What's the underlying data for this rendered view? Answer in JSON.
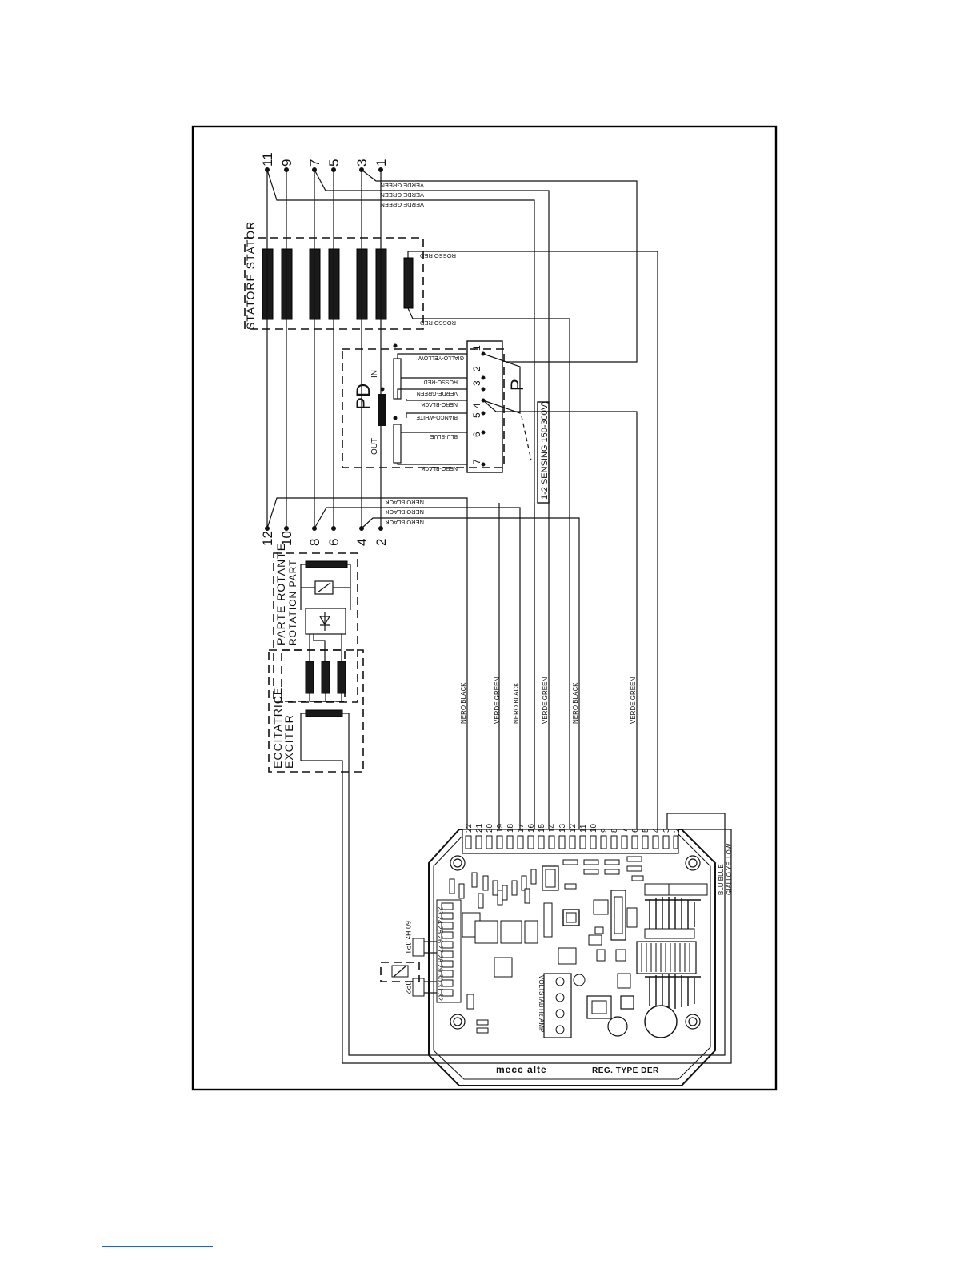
{
  "stator": {
    "title": "STATORE  STATOR"
  },
  "terminals_top": [
    "11",
    "9",
    "7",
    "5",
    "3",
    "1"
  ],
  "terminals_bottom": [
    "12",
    "10",
    "8",
    "6",
    "4",
    "2"
  ],
  "wires_top": [
    "VERDE GREEN",
    "VERDE GREEN",
    "VERDE GREEN"
  ],
  "wires_bottom": [
    "NERO BLACK",
    "NERO BLACK",
    "NERO BLACK"
  ],
  "red_wires": [
    "ROSSO RED",
    "ROSSO RED"
  ],
  "pd": {
    "title": "PD",
    "in": "IN",
    "out": "OUT",
    "pins": [
      "1",
      "2",
      "3",
      "4",
      "5",
      "6",
      "7"
    ],
    "pin_wires": [
      "GIALLO-YELLOW",
      "ROSSO-RED",
      "VERDE-GREEN",
      "NERO-BLACK",
      "BIANCO-WHITE",
      "BLU-BLUE",
      "NERO-BLACK"
    ],
    "p_label": "P",
    "sensing": "1-2 SENSING 150-300V)"
  },
  "rotating": {
    "title": "PARTE ROTANTE",
    "subtitle": "ROTATION PART"
  },
  "exciter": {
    "title": "ECCITATRICE",
    "subtitle": "EXCITER"
  },
  "long_wires": [
    "NERO BLACK",
    "VERDE GREEN",
    "NERO BLACK",
    "VERDE GREEN",
    "NERO BLACK",
    "VERDE GREEN"
  ],
  "regulator": {
    "terminals": [
      "22",
      "21",
      "20",
      "19",
      "18",
      "17",
      "16",
      "15",
      "14",
      "13",
      "12",
      "11",
      "10",
      "9",
      "8",
      "7",
      "6",
      "5",
      "4",
      "3",
      "2"
    ],
    "aux_terminals": [
      "23",
      "24",
      "25",
      "26",
      "27",
      "28",
      "29",
      "30",
      "31",
      "32"
    ],
    "jp1": "JP1",
    "jp2": "JP2",
    "hz": "60 Hz",
    "trim_labels": [
      "VOLT",
      "STAB",
      "Hz",
      "AMP"
    ],
    "brand": "mecc alte",
    "type": "REG. TYPE DER",
    "supply_wires": [
      "BLU BLUE",
      "GIALLO YELLOW"
    ]
  }
}
